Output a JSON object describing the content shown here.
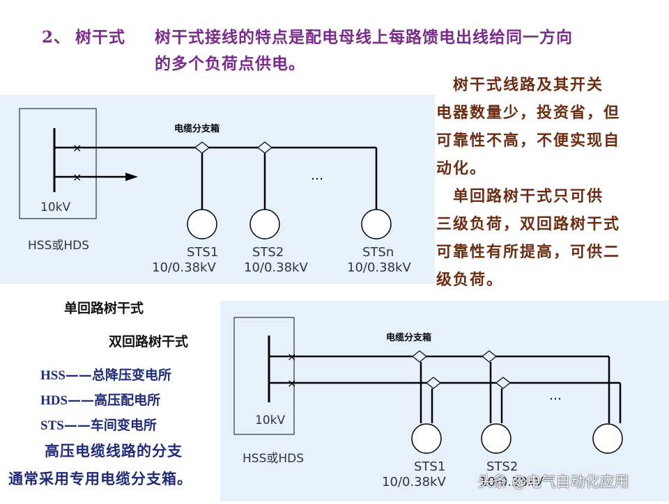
{
  "header": {
    "number": "2、",
    "term": "树干式",
    "line1": "树干式接线的特点是配电母线上每路馈电出线给同一方向",
    "line2": "的多个负荷点供电。"
  },
  "right_text": {
    "lines": [
      "　树干式线路及其开关",
      "电器数量少，投资省，但",
      "可靠性不高，不便实现自",
      "动化。",
      "　单回路树干式只可供",
      "三级负荷，双回路树干式",
      "可靠性有所提高，可供二",
      "级负荷。"
    ]
  },
  "labels": {
    "single": "单回路树干式",
    "double": "双回路树干式"
  },
  "legend": [
    {
      "abbr": "HSS",
      "dash": "——",
      "desc": "总降压变电所"
    },
    {
      "abbr": "HDS",
      "dash": "——",
      "desc": "高压配电所"
    },
    {
      "abbr": "STS",
      "dash": "——",
      "desc": "车间变电所"
    }
  ],
  "note": {
    "line1": "高压电缆线路的分支",
    "line2": "通常采用专用电缆分支箱。"
  },
  "diagram_single": {
    "branch_box_label": "电缆分支箱",
    "voltage": "10kV",
    "source": "HSS或HDS",
    "ellipsis": "…",
    "stations": [
      {
        "name": "STS1",
        "rating": "10/0.38kV"
      },
      {
        "name": "STS2",
        "rating": "10/0.38kV"
      },
      {
        "name": "STSn",
        "rating": "10/0.38kV"
      }
    ]
  },
  "diagram_double": {
    "branch_box_label": "电缆分支箱",
    "voltage": "10kV",
    "source": "HSS或HDS",
    "ellipsis": "…",
    "stations": [
      {
        "name": "STS1",
        "rating": "10/0.38kV"
      },
      {
        "name": "STS2",
        "rating": "10/0.38kV"
      }
    ]
  },
  "watermark": "头条 @电气自动化应用",
  "colors": {
    "panel": "#e7f1fc",
    "title": "#7a2a8a",
    "paragraph": "#6b2c12",
    "legend": "#1f2a7a"
  }
}
